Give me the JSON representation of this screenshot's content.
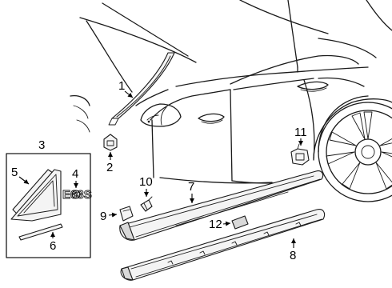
{
  "callouts": [
    {
      "id": "1",
      "label": "1"
    },
    {
      "id": "2",
      "label": "2"
    },
    {
      "id": "3",
      "label": "3"
    },
    {
      "id": "4",
      "label": "4"
    },
    {
      "id": "5",
      "label": "5"
    },
    {
      "id": "6",
      "label": "6"
    },
    {
      "id": "7",
      "label": "7"
    },
    {
      "id": "8",
      "label": "8"
    },
    {
      "id": "9",
      "label": "9"
    },
    {
      "id": "10",
      "label": "10"
    },
    {
      "id": "11",
      "label": "11"
    },
    {
      "id": "12",
      "label": "12"
    }
  ],
  "emblem_text": "E63S"
}
